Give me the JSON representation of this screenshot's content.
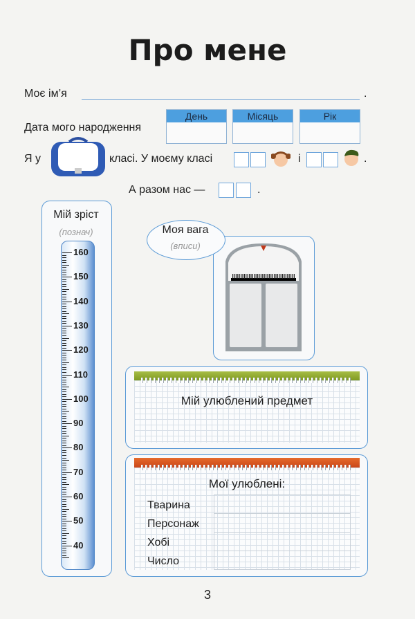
{
  "title": "Про мене",
  "name_label": "Моє ім’я",
  "period": ".",
  "birth_label": "Дата мого народження",
  "date_headers": [
    "День",
    "Місяць",
    "Рік"
  ],
  "class_prefix": "Я у",
  "class_middle": "класі. У моєму класі",
  "and": "і",
  "total_label": "А разом нас —",
  "height": {
    "title": "Мій зріст",
    "hint": "(познач)",
    "ticks": [
      "160",
      "150",
      "140",
      "130",
      "120",
      "110",
      "100",
      "90",
      "80",
      "70",
      "60",
      "50",
      "40"
    ]
  },
  "weight": {
    "title": "Моя вага",
    "hint": "(вписи)"
  },
  "subject": {
    "title": "Мій улюблений предмет"
  },
  "favorites": {
    "title": "Мої улюблені:",
    "rows": [
      "Тварина",
      "Персонаж",
      "Хобі",
      "Число"
    ]
  },
  "page_number": "3",
  "colors": {
    "accent": "#4d9fdf",
    "green": "#8aa62a",
    "orange": "#d9541c"
  }
}
